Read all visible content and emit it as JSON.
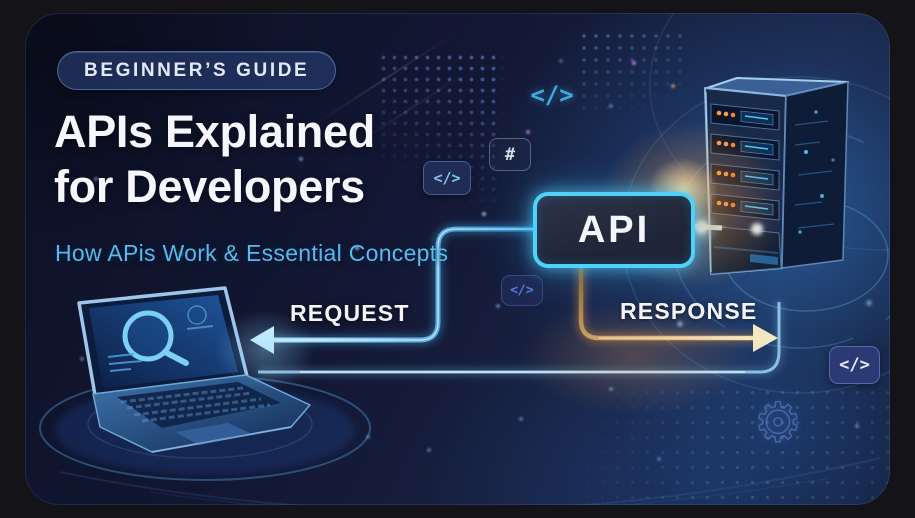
{
  "badge": {
    "label": "BEGINNER’S GUIDE"
  },
  "title": {
    "line1": "APIs Explained",
    "line2": "for Developers"
  },
  "subtitle": "How APis Work & Essential Concepts",
  "diagram": {
    "api_box_label": "API",
    "request_label": "REQUEST",
    "response_label": "RESPONSE"
  },
  "icons": {
    "code": "</>",
    "hash": "#",
    "gear": "⚙"
  },
  "colors": {
    "background_navy": "#121733",
    "accent_cyan": "#4fd2fa",
    "accent_orange": "#f0a050",
    "subtitle_blue": "#58b9eb",
    "title_white": "#f5f7fc"
  }
}
